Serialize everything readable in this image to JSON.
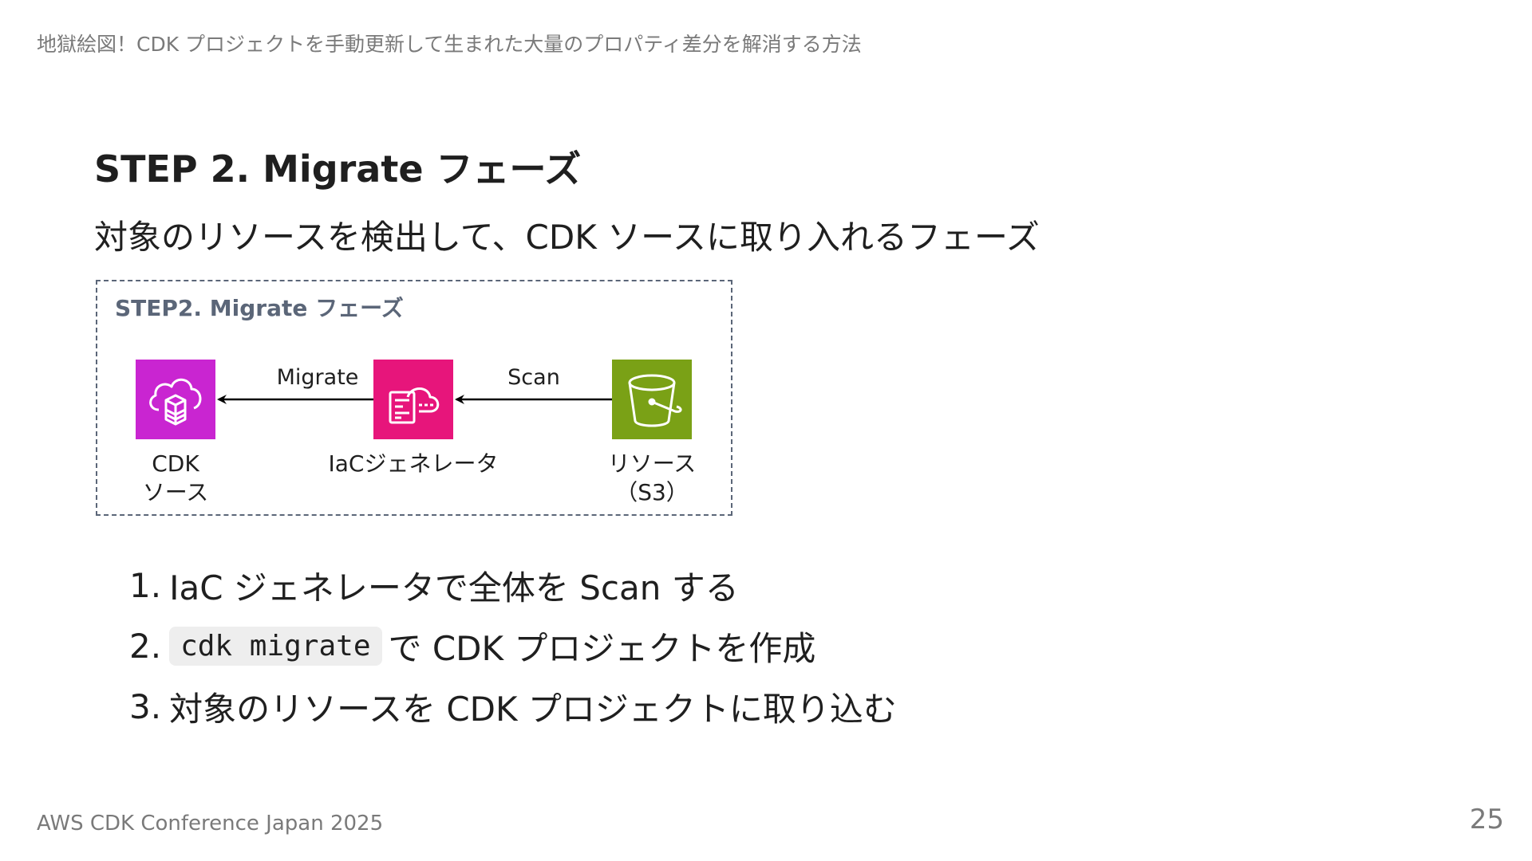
{
  "header": {
    "title": "地獄絵図！CDK プロジェクトを手動更新して生まれた大量のプロパティ差分を解消する方法"
  },
  "slide": {
    "title": "STEP 2. Migrate フェーズ",
    "description": "対象のリソースを検出して、CDK ソースに取り入れるフェーズ"
  },
  "diagram": {
    "label": "STEP2. Migrate フェーズ",
    "nodes": [
      {
        "id": "cdk",
        "lines": [
          "CDK",
          "ソース"
        ],
        "icon": "cdk-cloud-icon",
        "color": "#c925d1"
      },
      {
        "id": "iac",
        "lines": [
          "IaCジェネレータ"
        ],
        "icon": "iac-generator-icon",
        "color": "#e7157b"
      },
      {
        "id": "s3",
        "lines": [
          "リソース",
          "（S3）"
        ],
        "icon": "s3-bucket-icon",
        "color": "#7aa116"
      }
    ],
    "edges": [
      {
        "label": "Migrate"
      },
      {
        "label": "Scan"
      }
    ]
  },
  "steps": [
    {
      "num": "1.",
      "pre": "",
      "code": "",
      "text": "IaC ジェネレータで全体を Scan する"
    },
    {
      "num": "2.",
      "pre": "",
      "code": "cdk migrate",
      "text": "で CDK プロジェクトを作成"
    },
    {
      "num": "3.",
      "pre": "",
      "code": "",
      "text": "対象のリソースを CDK プロジェクトに取り込む"
    }
  ],
  "footer": {
    "event": "AWS CDK Conference Japan 2025",
    "page": "25"
  }
}
